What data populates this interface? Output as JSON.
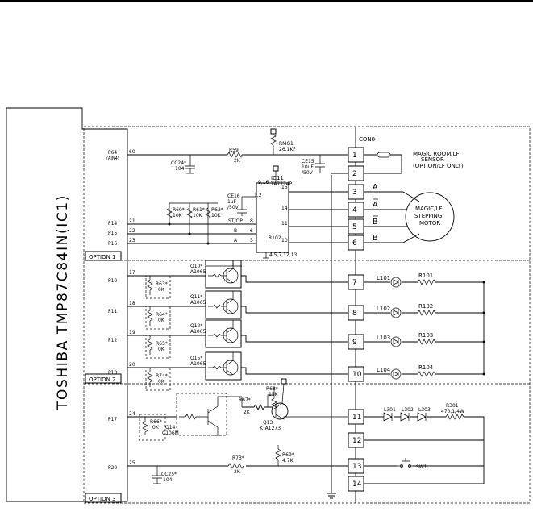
{
  "diagram": {
    "mcu_label": "TOSHIBA TMP87C84IN(IC1)",
    "connector": {
      "name": "CON8",
      "pins": [
        "1",
        "2",
        "3",
        "4",
        "5",
        "6",
        "7",
        "8",
        "9",
        "10",
        "11",
        "12",
        "13",
        "14"
      ]
    },
    "options": [
      "OPTION 1",
      "OPTION 2",
      "OPTION 3"
    ],
    "mcu_ports": [
      {
        "port": "P64",
        "sub": "(AIN4)",
        "pin": "60"
      },
      {
        "port": "P14",
        "pin": "21"
      },
      {
        "port": "P15",
        "pin": "22"
      },
      {
        "port": "P16",
        "pin": "23"
      },
      {
        "port": "P10",
        "pin": "17"
      },
      {
        "port": "P11",
        "pin": "18"
      },
      {
        "port": "P12",
        "pin": "19"
      },
      {
        "port": "P13",
        "pin": "20"
      },
      {
        "port": "P17",
        "pin": "24"
      },
      {
        "port": "P20",
        "pin": "25"
      }
    ],
    "sensor": {
      "line1": "MAGIC ROOM/LF",
      "line2": "SENSOR",
      "line3": "(OPTION/LF ONLY)"
    },
    "motor": {
      "line1": "MAGIC/LF",
      "line2": "STEPPING",
      "line3": "MOTOR"
    },
    "phases": [
      "A",
      "A",
      "B",
      "B"
    ],
    "ic11": {
      "name": "IC11",
      "part": "TA7774P",
      "pins_top": "9,16",
      "pin_out": [
        "15",
        "14",
        "11",
        "10"
      ],
      "pin_in": [
        "8",
        "6",
        "3"
      ],
      "pin_in_labels": [
        "ST/OP",
        "B",
        "A"
      ],
      "vcc_pin": "1,2",
      "gnd_pins": "4,5,7,12,13",
      "ref": "R102"
    },
    "parts": {
      "r59": {
        "ref": "R59",
        "val": "2K"
      },
      "rmg1": {
        "ref": "RMG1",
        "val": "26.1KF"
      },
      "cc24": {
        "ref": "CC24*",
        "val": "104"
      },
      "ce15": {
        "ref": "CE15",
        "val1": "10uF",
        "val2": "/50V"
      },
      "ce16": {
        "ref": "CE16",
        "val1": "1uF",
        "val2": "/50V"
      },
      "r60": {
        "ref": "R60*",
        "val": "10K"
      },
      "r61": {
        "ref": "R61*",
        "val": "10K"
      },
      "r62": {
        "ref": "R62*",
        "val": "10K"
      },
      "r67": {
        "ref": "R67*",
        "val": "2K"
      },
      "r68": {
        "ref": "R68*",
        "val": "15K"
      },
      "q13": {
        "ref": "Q13",
        "part": "KTA1273"
      },
      "q14": {
        "ref": "Q14",
        "part": "C106M"
      },
      "r66": {
        "ref": "R66*",
        "val": "0K"
      },
      "r73": {
        "ref": "R73*",
        "val": "2K"
      },
      "r69": {
        "ref": "R69*",
        "val": "4.7K"
      },
      "cc25": {
        "ref": "CC25*",
        "val": "104"
      },
      "sw1": "SW1"
    },
    "drivers": [
      {
        "q": "Q10*",
        "part": "A1065",
        "r": "R63*",
        "rv": "0K"
      },
      {
        "q": "Q11*",
        "part": "A1065",
        "r": "R64*",
        "rv": "0K"
      },
      {
        "q": "Q12*",
        "part": "A1065",
        "r": "R65*",
        "rv": "0K"
      },
      {
        "q": "Q15*",
        "part": "A1065",
        "r": "R74*",
        "rv": "0K"
      }
    ],
    "leds": [
      {
        "l": "L101",
        "r": "R101"
      },
      {
        "l": "L102",
        "r": "R102"
      },
      {
        "l": "L103",
        "r": "R103"
      },
      {
        "l": "L104",
        "r": "R104"
      }
    ],
    "led_string": {
      "l1": "L301",
      "l2": "L302",
      "l3": "L303",
      "r": "R301",
      "rv": "470,1/4W"
    }
  }
}
